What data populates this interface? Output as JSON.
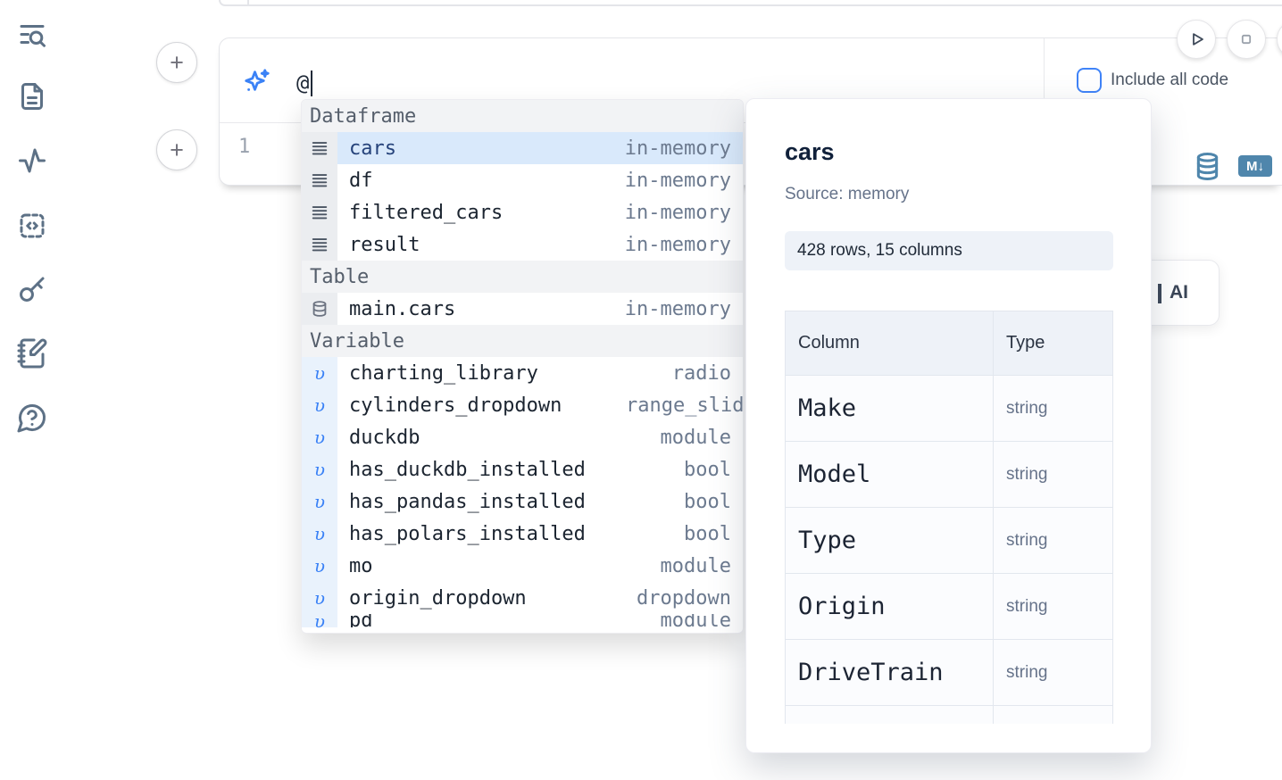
{
  "sidebar": {
    "icons": [
      "list-search-icon",
      "file-icon",
      "activity-icon",
      "code-square-icon",
      "key-icon",
      "notebook-pen-icon",
      "help-circle-icon"
    ]
  },
  "prompt": {
    "value": "@"
  },
  "editor": {
    "line_number": "1"
  },
  "run_controls": {
    "include_all_code_label": "Include all code"
  },
  "cell_toolbar": {
    "markdown_badge": "M↓"
  },
  "autocomplete": {
    "sections": [
      {
        "label": "Dataframe",
        "items": [
          {
            "name": "cars",
            "type": "in-memory",
            "icon": "dataframe",
            "selected": true
          },
          {
            "name": "df",
            "type": "in-memory",
            "icon": "dataframe"
          },
          {
            "name": "filtered_cars",
            "type": "in-memory",
            "icon": "dataframe"
          },
          {
            "name": "result",
            "type": "in-memory",
            "icon": "dataframe"
          }
        ]
      },
      {
        "label": "Table",
        "items": [
          {
            "name": "main.cars",
            "type": "in-memory",
            "icon": "table"
          }
        ]
      },
      {
        "label": "Variable",
        "items": [
          {
            "name": "charting_library",
            "type": "radio",
            "icon": "variable"
          },
          {
            "name": "cylinders_dropdown",
            "type": "range_slider",
            "icon": "variable",
            "clip": true
          },
          {
            "name": "duckdb",
            "type": "module",
            "icon": "variable"
          },
          {
            "name": "has_duckdb_installed",
            "type": "bool",
            "icon": "variable"
          },
          {
            "name": "has_pandas_installed",
            "type": "bool",
            "icon": "variable"
          },
          {
            "name": "has_polars_installed",
            "type": "bool",
            "icon": "variable"
          },
          {
            "name": "mo",
            "type": "module",
            "icon": "variable"
          },
          {
            "name": "origin_dropdown",
            "type": "dropdown",
            "icon": "variable"
          },
          {
            "name": "pd",
            "type": "module",
            "icon": "variable",
            "partial": true
          }
        ]
      }
    ]
  },
  "preview": {
    "title": "cars",
    "source_label": "Source: memory",
    "shape_badge": "428 rows, 15 columns",
    "table": {
      "headers": [
        "Column",
        "Type"
      ],
      "rows": [
        {
          "column": "Make",
          "type": "string"
        },
        {
          "column": "Model",
          "type": "string"
        },
        {
          "column": "Type",
          "type": "string"
        },
        {
          "column": "Origin",
          "type": "string"
        },
        {
          "column": "DriveTrain",
          "type": "string"
        }
      ]
    }
  },
  "ai_card": {
    "label": "AI"
  },
  "colors": {
    "accent_blue": "#3b82f6",
    "steel_blue": "#4f86ac",
    "selected_row_bg": "#d9e9fb",
    "section_header_bg": "#f2f3f5",
    "badge_bg": "#eef2f8",
    "sidebar_icon": "#5d7186"
  }
}
